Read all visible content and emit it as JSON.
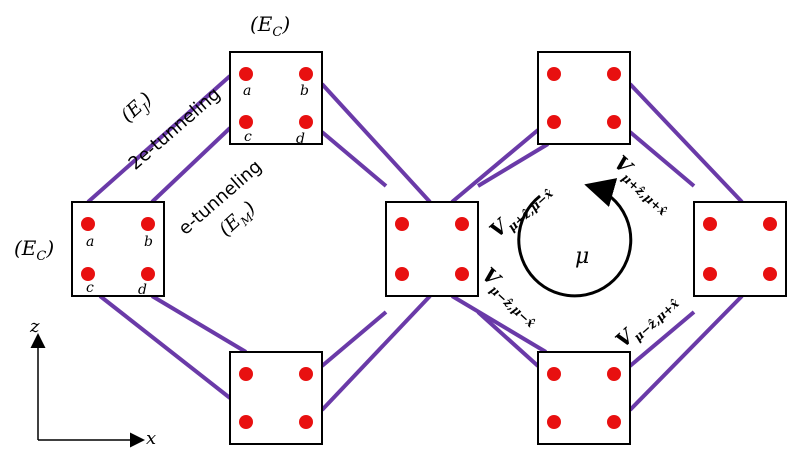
{
  "labels": {
    "ec_top": "(E",
    "ec_top_sub": "C",
    "ec_left": "(E",
    "ec_left_sub": "C",
    "ej": "(E",
    "ej_sub": "J",
    "two_e": "2e-tunneling",
    "one_e": "e-tunneling",
    "em": "(E",
    "em_sub": "M",
    "close_paren": ")",
    "mu": "μ",
    "z_axis": "z",
    "x_axis": "x"
  },
  "corner_labels": {
    "top": [
      "a",
      "b",
      "c",
      "d"
    ],
    "left": [
      "a",
      "b",
      "c",
      "d"
    ]
  },
  "v_labels": {
    "upper_left": {
      "main": "V",
      "sub": "μ+ẑ,μ−x̂"
    },
    "upper_right": {
      "main": "V",
      "sub": "μ+ẑ,μ+x̂"
    },
    "lower_left": {
      "main": "V",
      "sub": "μ−ẑ,μ−x̂"
    },
    "lower_right": {
      "main": "V",
      "sub": "μ−ẑ,μ+x̂"
    }
  },
  "colors": {
    "link": "#6a3aa8",
    "dot": "#e81010",
    "box": "#000000"
  }
}
